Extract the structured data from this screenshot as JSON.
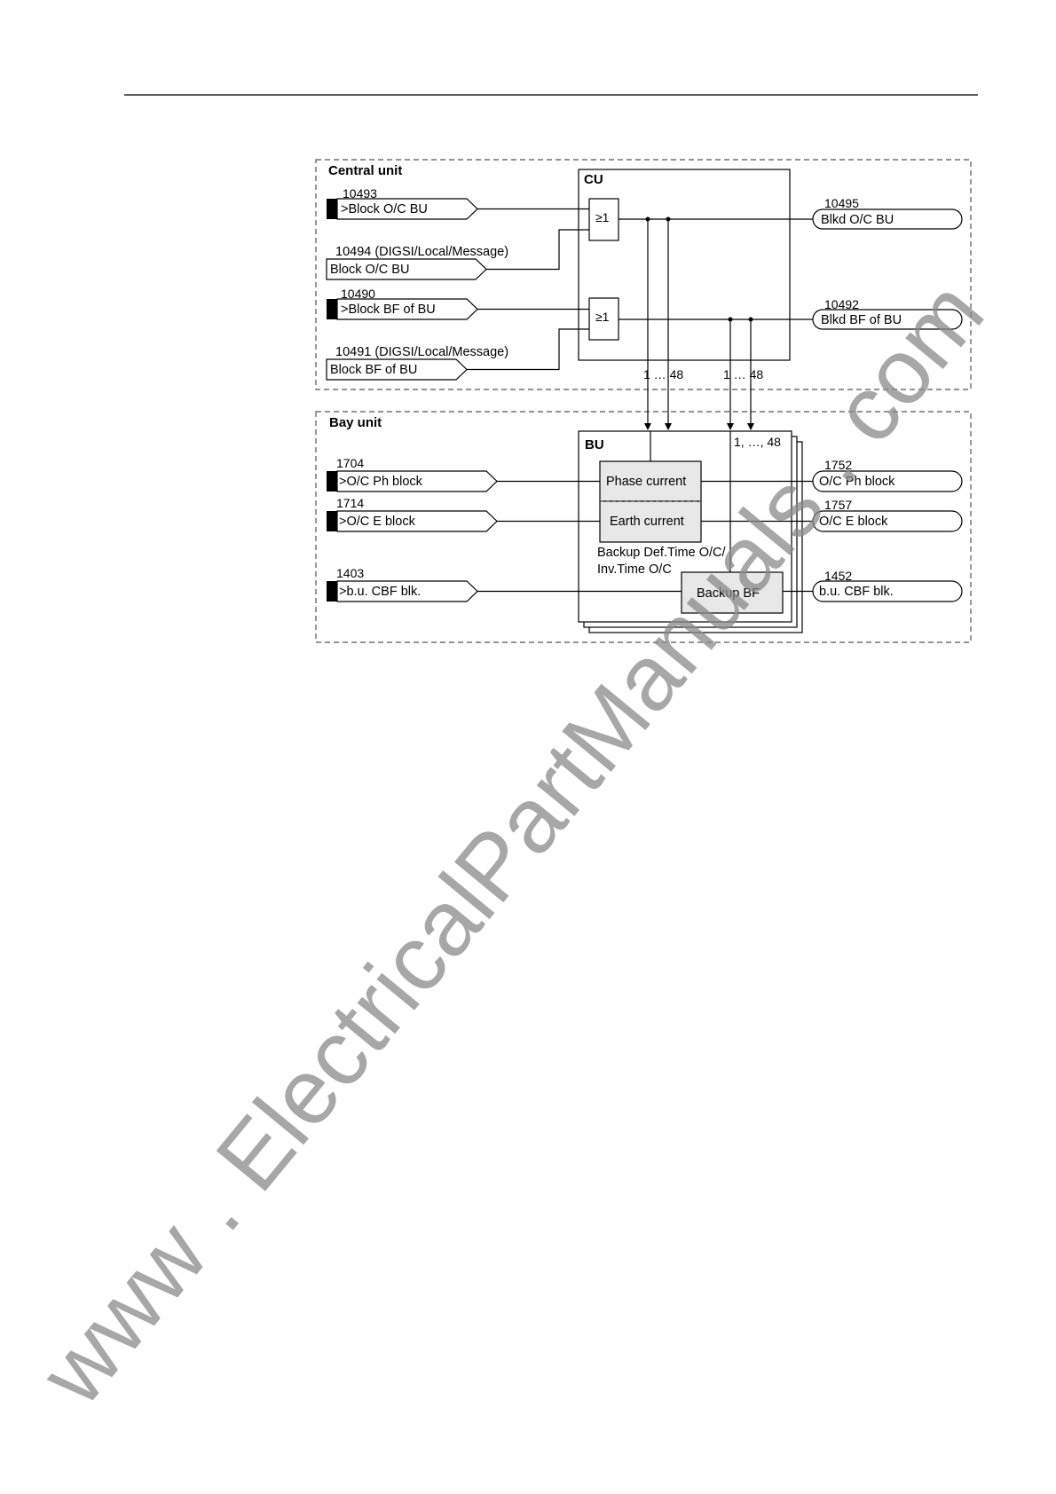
{
  "sections": {
    "central_unit_title": "Central unit",
    "bay_unit_title": "Bay unit",
    "cu_label": "CU",
    "bu_label": "BU"
  },
  "gates": {
    "or_label": "≥1"
  },
  "inputs": {
    "block_oc_bu_num": "10493",
    "block_oc_bu": ">Block O/C BU",
    "block_oc_bu_digsi_num": "10494 (DIGSI/Local/Message)",
    "block_oc_bu_digsi": "Block O/C BU",
    "block_bf_bu_num": "10490",
    "block_bf_bu": ">Block BF of BU",
    "block_bf_bu_digsi_num": "10491 (DIGSI/Local/Message)",
    "block_bf_bu_digsi": "Block BF of BU",
    "oc_ph_block_num": "1704",
    "oc_ph_block": ">O/C Ph block",
    "oc_e_block_num": "1714",
    "oc_e_block": ">O/C E block",
    "bu_cbf_blk_num": "1403",
    "bu_cbf_blk": ">b.u. CBF blk."
  },
  "outputs": {
    "blkd_oc_bu_num": "10495",
    "blkd_oc_bu": "Blkd O/C BU",
    "blkd_bf_bu_num": "10492",
    "blkd_bf_bu": "Blkd BF of BU",
    "oc_ph_block_num": "1752",
    "oc_ph_block": "O/C Ph block",
    "oc_e_block_num": "1757",
    "oc_e_block": "O/C E block",
    "bu_cbf_blk_num": "1452",
    "bu_cbf_blk": "b.u. CBF blk."
  },
  "bus_labels": {
    "range1": "1 … 48",
    "range2": "1 … 48",
    "range3": "1, …, 48"
  },
  "functions": {
    "phase_current": "Phase current",
    "earth_current": "Earth current",
    "backup_oc_line1": "Backup Def.Time O/C/",
    "backup_oc_line2": "Inv.Time O/C",
    "backup_bf": "Backup BF"
  },
  "watermark": {
    "text": "www . ElectricalPartManuals . com"
  },
  "colors": {
    "line": "#000000",
    "box_fill": "#e8e8e8",
    "dash": "#555555",
    "watermark": "#8a8a8a"
  }
}
